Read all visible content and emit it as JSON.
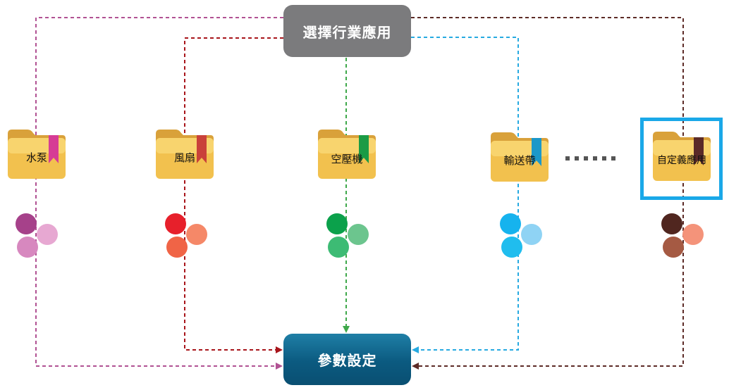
{
  "top_node": {
    "label": "選擇行業應用"
  },
  "bottom_node": {
    "label": "參數設定"
  },
  "folders": [
    {
      "label": "水泵",
      "tab_color": "#d63c95",
      "line_color": "#b15293",
      "dots": [
        "#a6418a",
        "#e7a8d2",
        "#d788bf"
      ]
    },
    {
      "label": "風扇",
      "tab_color": "#c9413a",
      "line_color": "#a8151b",
      "dots": [
        "#e7202b",
        "#f58868",
        "#f06446"
      ]
    },
    {
      "label": "空壓機",
      "tab_color": "#1b9b45",
      "line_color": "#3ea84a",
      "dots": [
        "#0ba14b",
        "#6cc58e",
        "#3dbb74"
      ]
    },
    {
      "label": "輸送帶",
      "tab_color": "#1b98c9",
      "line_color": "#27aae1",
      "dots": [
        "#16b3ee",
        "#8fd3f4",
        "#20bdee"
      ]
    },
    {
      "label": "自定義應用",
      "tab_color": "#5a2a28",
      "line_color": "#5d2b27",
      "dots": [
        "#50261f",
        "#f4937a",
        "#a55a43"
      ]
    }
  ],
  "icons": [
    "folder-icon",
    "bookmark-icon",
    "ellipsis-icon"
  ]
}
